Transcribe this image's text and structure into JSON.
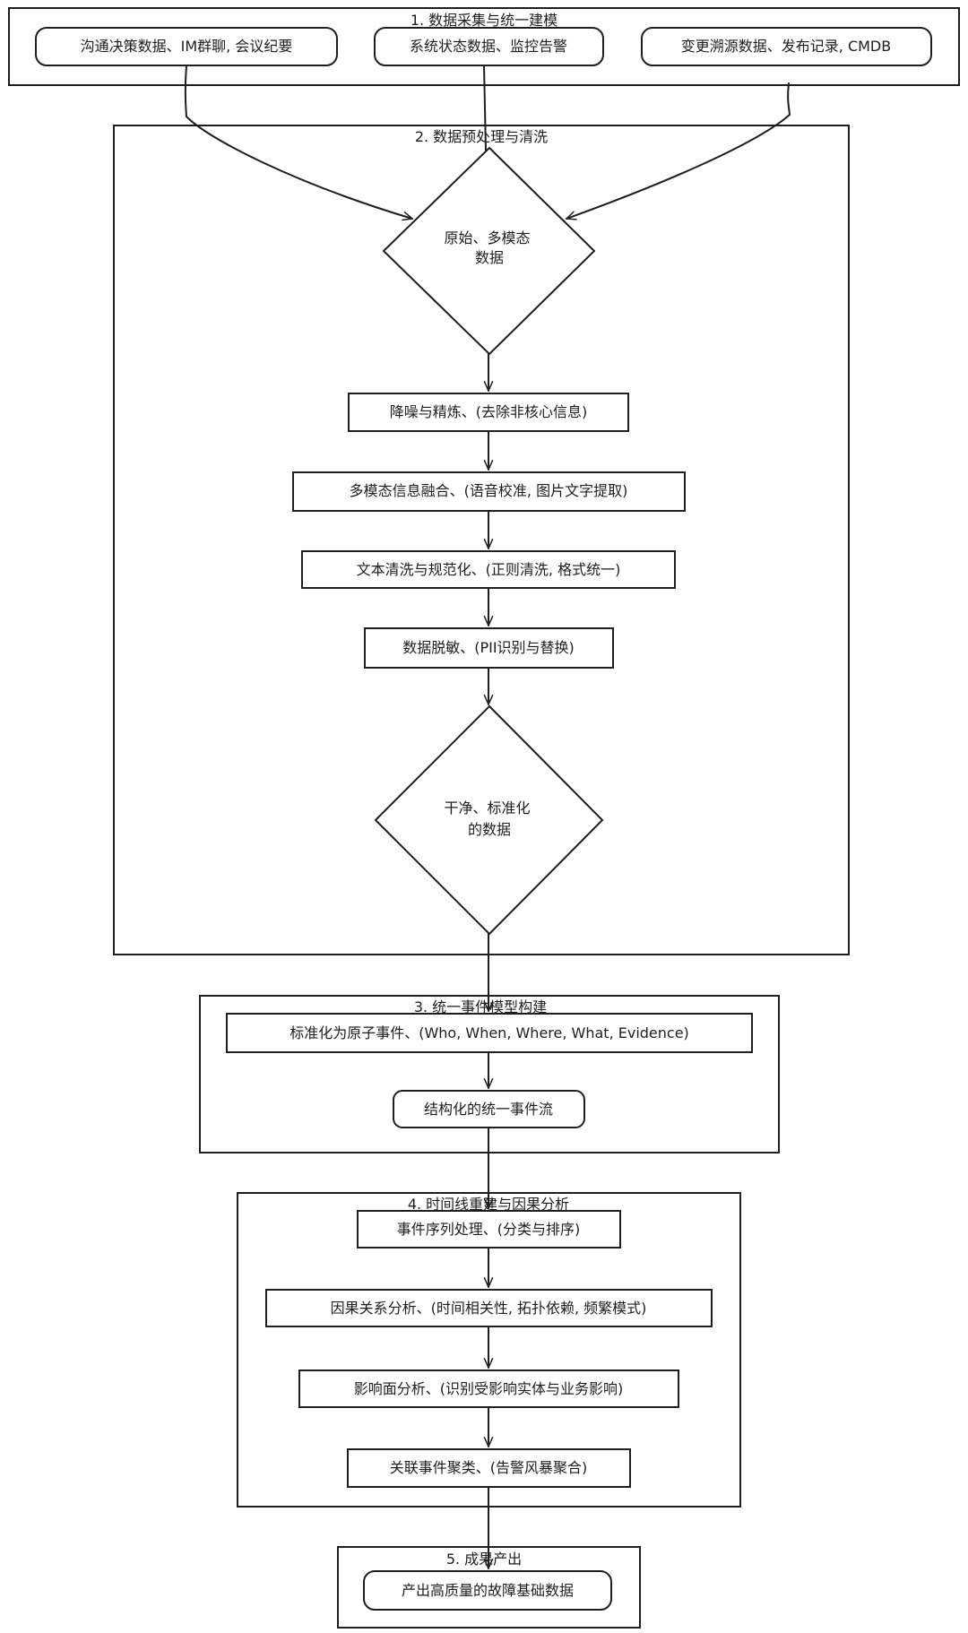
{
  "stages": [
    {
      "title": "1. 数据采集与统一建模",
      "nodes": [
        {
          "label": "沟通决策数据、IM群聊, 会议纪要"
        },
        {
          "label": "系统状态数据、监控告警"
        },
        {
          "label": "变更溯源数据、发布记录, CMDB"
        }
      ]
    },
    {
      "title": "2. 数据预处理与清洗",
      "nodes": [
        {
          "label": "原始、多模态\n数据"
        },
        {
          "label": "降噪与精炼、(去除非核心信息)"
        },
        {
          "label": "多模态信息融合、(语音校准, 图片文字提取)"
        },
        {
          "label": "文本清洗与规范化、(正则清洗, 格式统一)"
        },
        {
          "label": "数据脱敏、(PII识别与替换)"
        },
        {
          "label": "干净、标准化\n的数据"
        }
      ]
    },
    {
      "title": "3. 统一事件模型构建",
      "nodes": [
        {
          "label": "标准化为原子事件、(Who, When, Where, What, Evidence)"
        },
        {
          "label": "结构化的统一事件流"
        }
      ]
    },
    {
      "title": "4. 时间线重建与因果分析",
      "nodes": [
        {
          "label": "事件序列处理、(分类与排序)"
        },
        {
          "label": "因果关系分析、(时间相关性, 拓扑依赖, 频繁模式)"
        },
        {
          "label": "影响面分析、(识别受影响实体与业务影响)"
        },
        {
          "label": "关联事件聚类、(告警风暴聚合)"
        }
      ]
    },
    {
      "title": "5. 成果产出",
      "nodes": [
        {
          "label": "产出高质量的故障基础数据"
        }
      ]
    }
  ]
}
